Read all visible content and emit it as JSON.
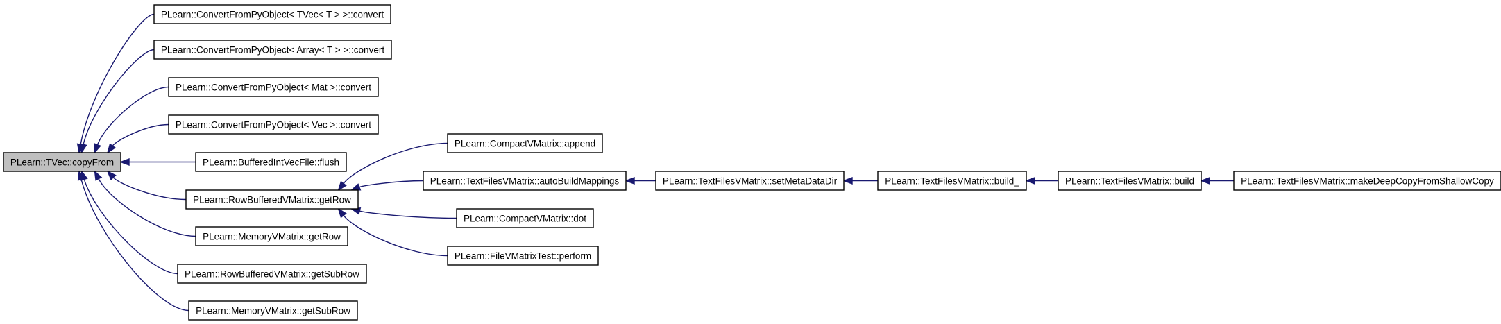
{
  "graph": {
    "colors": {
      "edge": "#191970",
      "root_fill": "#bfbfbf",
      "node_fill": "#ffffff",
      "node_border": "#000000"
    },
    "nodes": [
      {
        "id": "root",
        "label": "PLearn::TVec::copyFrom",
        "root": true
      },
      {
        "id": "cfpo_tvec",
        "label": "PLearn::ConvertFromPyObject< TVec< T > >::convert"
      },
      {
        "id": "cfpo_array",
        "label": "PLearn::ConvertFromPyObject< Array< T > >::convert"
      },
      {
        "id": "cfpo_mat",
        "label": "PLearn::ConvertFromPyObject< Mat >::convert"
      },
      {
        "id": "cfpo_vec",
        "label": "PLearn::ConvertFromPyObject< Vec >::convert"
      },
      {
        "id": "flush",
        "label": "PLearn::BufferedIntVecFile::flush"
      },
      {
        "id": "rb_getrow",
        "label": "PLearn::RowBufferedVMatrix::getRow"
      },
      {
        "id": "mem_getrow",
        "label": "PLearn::MemoryVMatrix::getRow"
      },
      {
        "id": "rb_getsubrow",
        "label": "PLearn::RowBufferedVMatrix::getSubRow"
      },
      {
        "id": "mem_getsubrow",
        "label": "PLearn::MemoryVMatrix::getSubRow"
      },
      {
        "id": "cv_append",
        "label": "PLearn::CompactVMatrix::append"
      },
      {
        "id": "tf_autobuild",
        "label": "PLearn::TextFilesVMatrix::autoBuildMappings"
      },
      {
        "id": "cv_dot",
        "label": "PLearn::CompactVMatrix::dot"
      },
      {
        "id": "fvmt_perform",
        "label": "PLearn::FileVMatrixTest::perform"
      },
      {
        "id": "tf_setmeta",
        "label": "PLearn::TextFilesVMatrix::setMetaDataDir"
      },
      {
        "id": "tf_build_",
        "label": "PLearn::TextFilesVMatrix::build_"
      },
      {
        "id": "tf_build",
        "label": "PLearn::TextFilesVMatrix::build"
      },
      {
        "id": "tf_deepcopy",
        "label": "PLearn::TextFilesVMatrix::makeDeepCopyFromShallowCopy"
      }
    ],
    "edges": [
      {
        "from": "cfpo_tvec",
        "to": "root"
      },
      {
        "from": "cfpo_array",
        "to": "root"
      },
      {
        "from": "cfpo_mat",
        "to": "root"
      },
      {
        "from": "cfpo_vec",
        "to": "root"
      },
      {
        "from": "flush",
        "to": "root"
      },
      {
        "from": "rb_getrow",
        "to": "root"
      },
      {
        "from": "mem_getrow",
        "to": "root"
      },
      {
        "from": "rb_getsubrow",
        "to": "root"
      },
      {
        "from": "mem_getsubrow",
        "to": "root"
      },
      {
        "from": "cv_append",
        "to": "rb_getrow"
      },
      {
        "from": "tf_autobuild",
        "to": "rb_getrow"
      },
      {
        "from": "cv_dot",
        "to": "rb_getrow"
      },
      {
        "from": "fvmt_perform",
        "to": "rb_getrow"
      },
      {
        "from": "tf_setmeta",
        "to": "tf_autobuild"
      },
      {
        "from": "tf_build_",
        "to": "tf_setmeta"
      },
      {
        "from": "tf_build",
        "to": "tf_build_"
      },
      {
        "from": "tf_deepcopy",
        "to": "tf_build"
      }
    ]
  }
}
